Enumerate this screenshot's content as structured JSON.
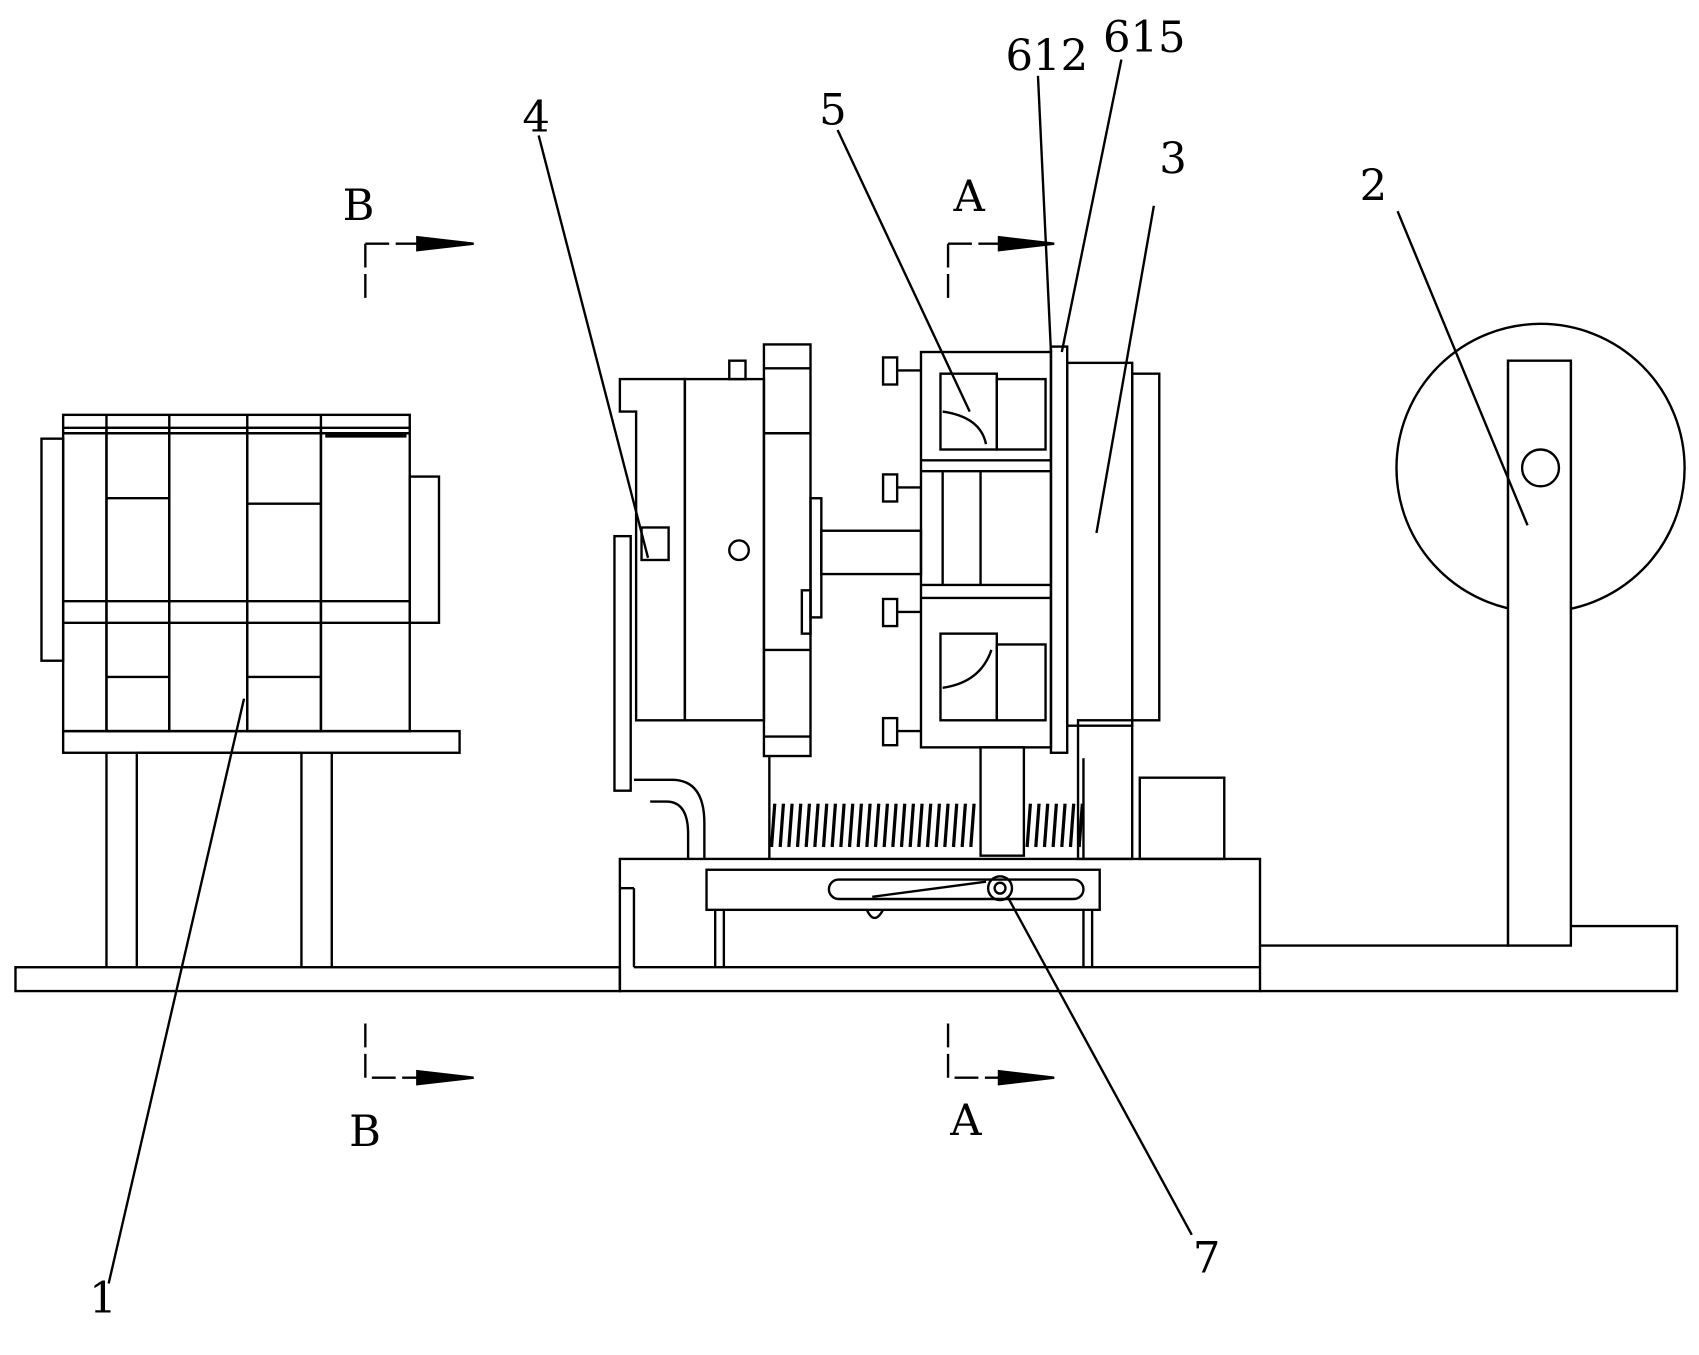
{
  "figure": {
    "description_labels": {
      "unwinding_unit": "1",
      "winding_reel": "2",
      "part_3": "3",
      "part_4": "4",
      "part_5": "5",
      "part_7": "7",
      "part_612": "612",
      "part_615": "615"
    },
    "sections": {
      "a_top": "A",
      "a_bottom": "A",
      "b_top": "B",
      "b_bottom": "B"
    },
    "line_color": "#000000",
    "background": "#ffffff"
  }
}
